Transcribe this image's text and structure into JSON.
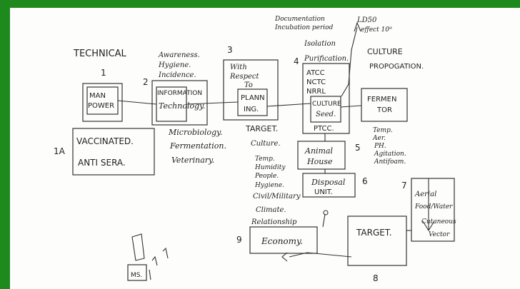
{
  "title": "TECHNICAL",
  "nodes": {
    "n1": {
      "num": "1",
      "line1": "MAN",
      "line2": "POWER"
    },
    "n1a": {
      "num": "1A",
      "line1": "VACCINATED.",
      "line2": "ANTI SERA."
    },
    "n2": {
      "num": "2",
      "line1": "INFORMATION",
      "line2": "Technology."
    },
    "n3": {
      "num": "3",
      "line1": "PLANN",
      "line2": "ING."
    },
    "n4": {
      "num": "4",
      "line1": "ATCC",
      "line2": "NCTC",
      "line3": "NRRL",
      "line4": "CULTURE",
      "line5": "Seed.",
      "line6": "PTCC."
    },
    "n5": {
      "num": "5",
      "line1": "Animal",
      "line2": "House"
    },
    "n6": {
      "num": "6",
      "line1": "Disposal",
      "line2": "UNIT."
    },
    "n7": {
      "num": "7",
      "line1": "Aerial",
      "line2": "Food/Water",
      "line3": "Cutaneous",
      "line4": "Vector"
    },
    "n8": {
      "num": "8",
      "label": "TARGET."
    },
    "n9": {
      "num": "9",
      "label": "Economy."
    },
    "fermentor": {
      "line1": "FERMEN",
      "line2": "TOR"
    }
  },
  "notes": {
    "awareness": [
      "Awareness.",
      "Hygiene.",
      "Incidence."
    ],
    "respect": [
      "With",
      "Respect",
      "To"
    ],
    "isolation": [
      "Isolation",
      "Purification."
    ],
    "top_right": [
      "Documentation",
      "Incubation period"
    ],
    "ld50": [
      "LD50",
      "effect 10⁹"
    ],
    "culture": [
      "CULTURE",
      "PROPOGATION."
    ],
    "microbiology": [
      "Microbiology.",
      "Fermentation.",
      "Veterinary."
    ],
    "target_list": [
      "TARGET.",
      "Culture.",
      "Temp.",
      "Humidity",
      "People.",
      "Hygiene.",
      "Civil/Military",
      "Climate.",
      "Relationship"
    ],
    "fermentor_params": [
      "Temp.",
      "Aer.",
      "PH.",
      "Agitation.",
      "Antifoam."
    ],
    "trash_label": "MS."
  }
}
